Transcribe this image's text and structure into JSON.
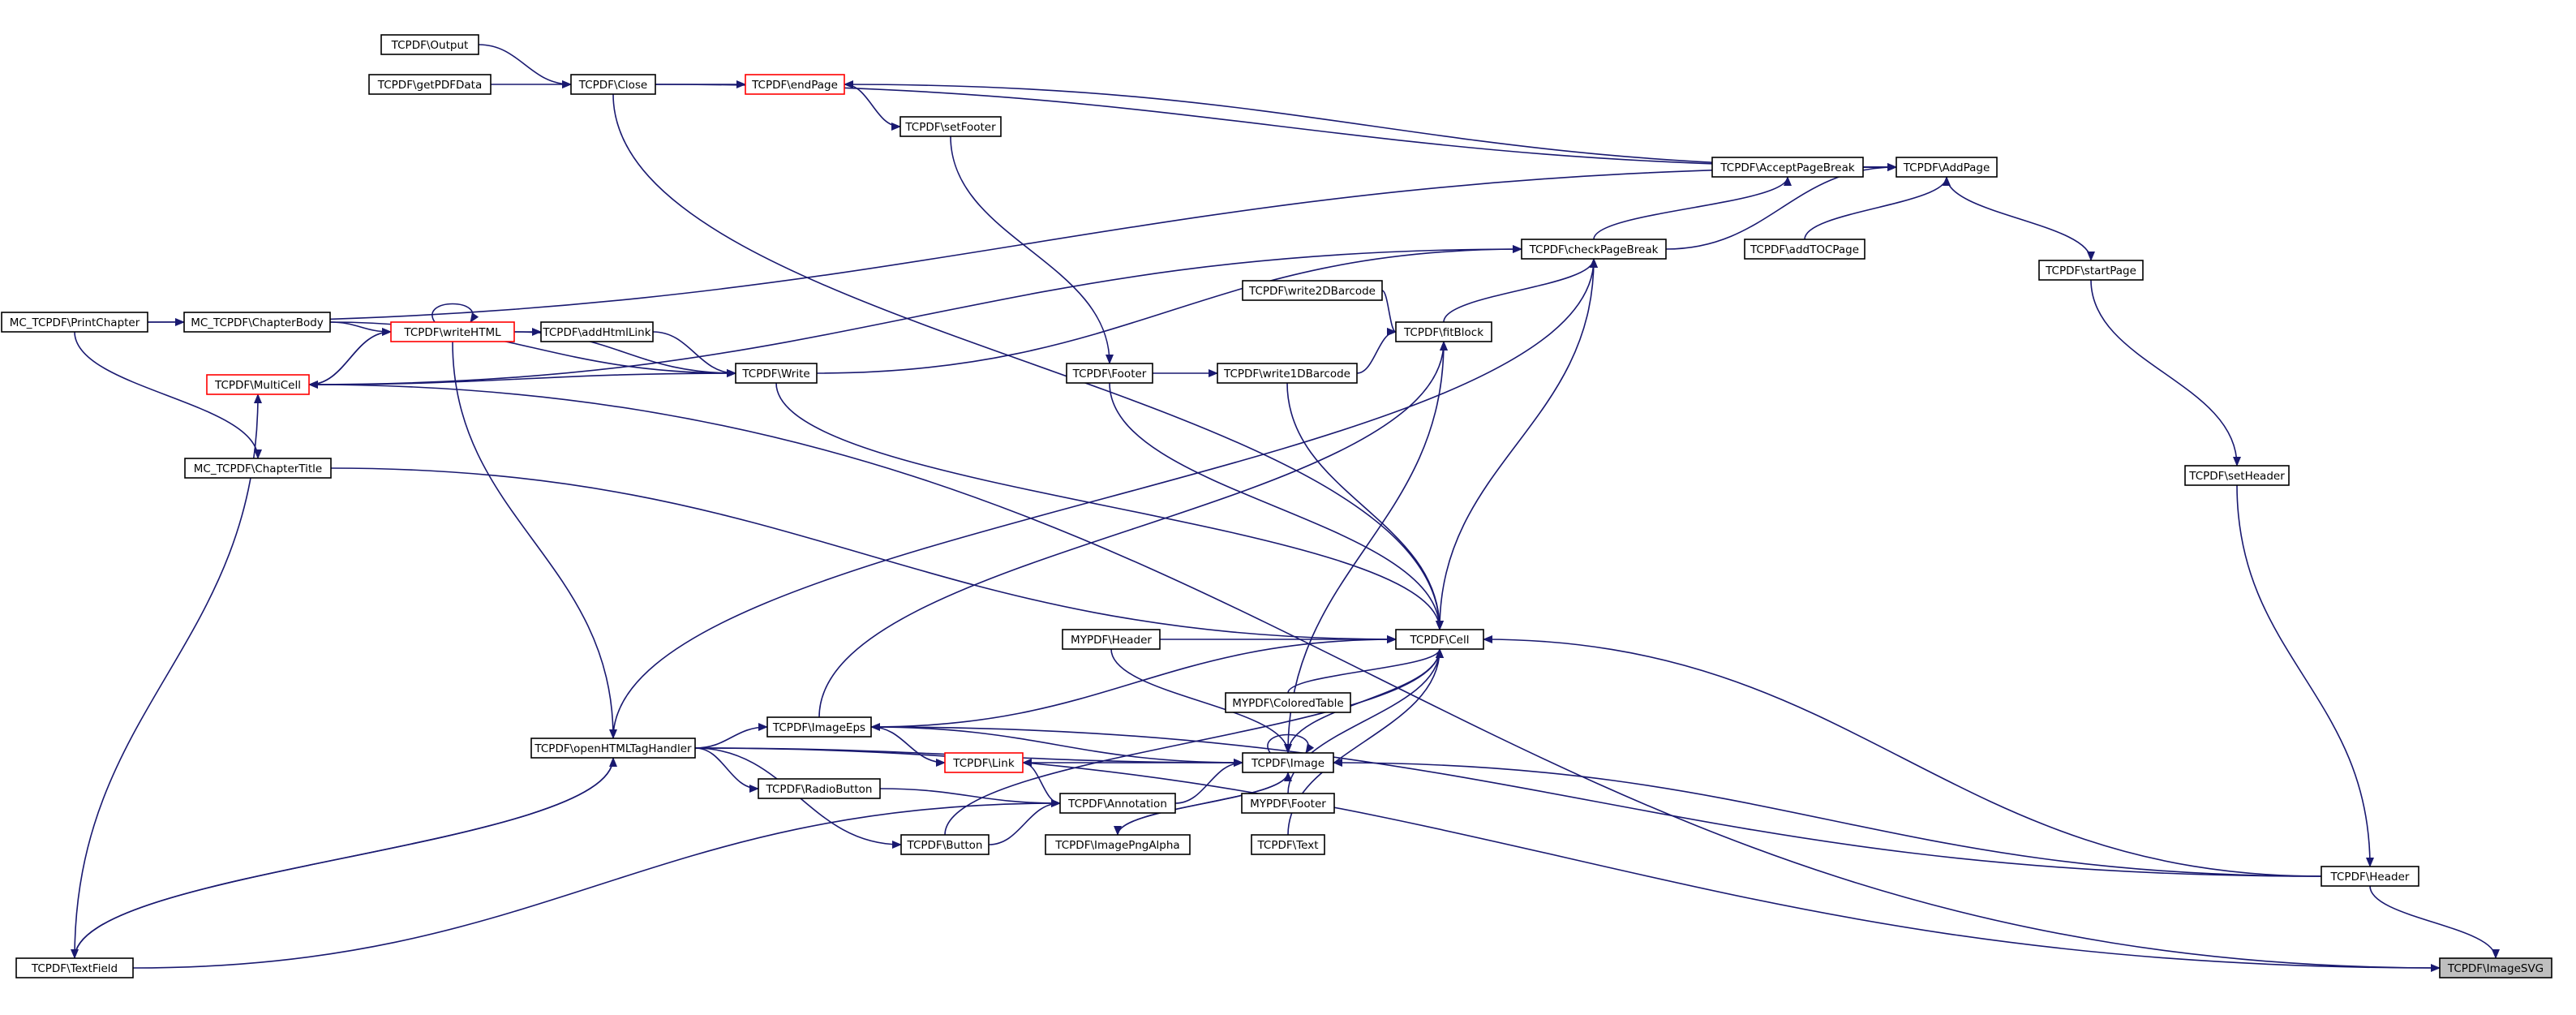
{
  "diagram": {
    "nodes": [
      {
        "id": "output",
        "label": "TCPDF\\Output"
      },
      {
        "id": "getPDFData",
        "label": "TCPDF\\getPDFData"
      },
      {
        "id": "close",
        "label": "TCPDF\\Close"
      },
      {
        "id": "endPage",
        "label": "TCPDF\\endPage",
        "red": true
      },
      {
        "id": "setFooter",
        "label": "TCPDF\\setFooter"
      },
      {
        "id": "acceptPageBreak",
        "label": "TCPDF\\AcceptPageBreak"
      },
      {
        "id": "addPage",
        "label": "TCPDF\\AddPage"
      },
      {
        "id": "checkPageBreak",
        "label": "TCPDF\\checkPageBreak"
      },
      {
        "id": "addTOCPage",
        "label": "TCPDF\\addTOCPage"
      },
      {
        "id": "startPage",
        "label": "TCPDF\\startPage"
      },
      {
        "id": "printChapter",
        "label": "MC_TCPDF\\PrintChapter"
      },
      {
        "id": "chapterBody",
        "label": "MC_TCPDF\\ChapterBody"
      },
      {
        "id": "writeHTML",
        "label": "TCPDF\\writeHTML",
        "red": true
      },
      {
        "id": "addHtmlLink",
        "label": "TCPDF\\addHtmlLink"
      },
      {
        "id": "write2DBarcode",
        "label": "TCPDF\\write2DBarcode"
      },
      {
        "id": "fitBlock",
        "label": "TCPDF\\fitBlock"
      },
      {
        "id": "multiCell",
        "label": "TCPDF\\MultiCell",
        "red": true
      },
      {
        "id": "write",
        "label": "TCPDF\\Write"
      },
      {
        "id": "footer",
        "label": "TCPDF\\Footer"
      },
      {
        "id": "write1DBarcode",
        "label": "TCPDF\\write1DBarcode"
      },
      {
        "id": "chapterTitle",
        "label": "MC_TCPDF\\ChapterTitle"
      },
      {
        "id": "setHeader",
        "label": "TCPDF\\setHeader"
      },
      {
        "id": "mypdfHeader",
        "label": "MYPDF\\Header"
      },
      {
        "id": "cell",
        "label": "TCPDF\\Cell"
      },
      {
        "id": "coloredTable",
        "label": "MYPDF\\ColoredTable"
      },
      {
        "id": "openHTMLTagHandler",
        "label": "TCPDF\\openHTMLTagHandler"
      },
      {
        "id": "imageEps",
        "label": "TCPDF\\ImageEps"
      },
      {
        "id": "link",
        "label": "TCPDF\\Link",
        "red": true
      },
      {
        "id": "image",
        "label": "TCPDF\\Image"
      },
      {
        "id": "radioButton",
        "label": "TCPDF\\RadioButton"
      },
      {
        "id": "annotation",
        "label": "TCPDF\\Annotation"
      },
      {
        "id": "mypdfFooter",
        "label": "MYPDF\\Footer"
      },
      {
        "id": "button",
        "label": "TCPDF\\Button"
      },
      {
        "id": "imagePngAlpha",
        "label": "TCPDF\\ImagePngAlpha"
      },
      {
        "id": "text",
        "label": "TCPDF\\Text"
      },
      {
        "id": "header",
        "label": "TCPDF\\Header"
      },
      {
        "id": "textField",
        "label": "TCPDF\\TextField"
      },
      {
        "id": "imageSVG",
        "label": "TCPDF\\ImageSVG",
        "highlight": true
      }
    ],
    "edges": [
      {
        "from": "output",
        "to": "close"
      },
      {
        "from": "getPDFData",
        "to": "close"
      },
      {
        "from": "close",
        "to": "endPage"
      },
      {
        "from": "close",
        "to": "addPage"
      },
      {
        "from": "endPage",
        "to": "setFooter"
      },
      {
        "from": "addPage",
        "to": "endPage"
      },
      {
        "from": "addPage",
        "to": "startPage"
      },
      {
        "from": "acceptPageBreak",
        "to": "addPage"
      },
      {
        "from": "checkPageBreak",
        "to": "acceptPageBreak"
      },
      {
        "from": "checkPageBreak",
        "to": "addPage"
      },
      {
        "from": "addTOCPage",
        "to": "addPage"
      },
      {
        "from": "printChapter",
        "to": "addPage"
      },
      {
        "from": "printChapter",
        "to": "chapterBody"
      },
      {
        "from": "printChapter",
        "to": "chapterTitle"
      },
      {
        "from": "chapterBody",
        "to": "writeHTML"
      },
      {
        "from": "chapterBody",
        "to": "write"
      },
      {
        "from": "writeHTML",
        "to": "writeHTML"
      },
      {
        "from": "writeHTML",
        "to": "addHtmlLink"
      },
      {
        "from": "writeHTML",
        "to": "multiCell"
      },
      {
        "from": "writeHTML",
        "to": "write"
      },
      {
        "from": "writeHTML",
        "to": "openHTMLTagHandler"
      },
      {
        "from": "multiCell",
        "to": "writeHTML"
      },
      {
        "from": "multiCell",
        "to": "write"
      },
      {
        "from": "multiCell",
        "to": "checkPageBreak"
      },
      {
        "from": "addHtmlLink",
        "to": "write"
      },
      {
        "from": "write",
        "to": "checkPageBreak"
      },
      {
        "from": "write",
        "to": "cell"
      },
      {
        "from": "setFooter",
        "to": "footer"
      },
      {
        "from": "footer",
        "to": "write1DBarcode"
      },
      {
        "from": "footer",
        "to": "cell"
      },
      {
        "from": "write1DBarcode",
        "to": "fitBlock"
      },
      {
        "from": "write1DBarcode",
        "to": "cell"
      },
      {
        "from": "write2DBarcode",
        "to": "fitBlock"
      },
      {
        "from": "fitBlock",
        "to": "checkPageBreak"
      },
      {
        "from": "chapterTitle",
        "to": "cell"
      },
      {
        "from": "close",
        "to": "cell"
      },
      {
        "from": "startPage",
        "to": "setHeader"
      },
      {
        "from": "setHeader",
        "to": "header"
      },
      {
        "from": "mypdfHeader",
        "to": "cell"
      },
      {
        "from": "mypdfHeader",
        "to": "image"
      },
      {
        "from": "coloredTable",
        "to": "cell"
      },
      {
        "from": "cell",
        "to": "checkPageBreak"
      },
      {
        "from": "openHTMLTagHandler",
        "to": "checkPageBreak"
      },
      {
        "from": "openHTMLTagHandler",
        "to": "imageEps"
      },
      {
        "from": "openHTMLTagHandler",
        "to": "image"
      },
      {
        "from": "openHTMLTagHandler",
        "to": "radioButton"
      },
      {
        "from": "openHTMLTagHandler",
        "to": "button"
      },
      {
        "from": "openHTMLTagHandler",
        "to": "textField"
      },
      {
        "from": "openHTMLTagHandler",
        "to": "imageSVG"
      },
      {
        "from": "imageEps",
        "to": "fitBlock"
      },
      {
        "from": "imageEps",
        "to": "cell"
      },
      {
        "from": "imageEps",
        "to": "image"
      },
      {
        "from": "imageEps",
        "to": "link"
      },
      {
        "from": "image",
        "to": "link"
      },
      {
        "from": "image",
        "to": "image"
      },
      {
        "from": "image",
        "to": "fitBlock"
      },
      {
        "from": "image",
        "to": "cell"
      },
      {
        "from": "image",
        "to": "imagePngAlpha"
      },
      {
        "from": "annotation",
        "to": "link"
      },
      {
        "from": "annotation",
        "to": "image"
      },
      {
        "from": "radioButton",
        "to": "annotation"
      },
      {
        "from": "button",
        "to": "annotation"
      },
      {
        "from": "button",
        "to": "cell"
      },
      {
        "from": "imagePngAlpha",
        "to": "image"
      },
      {
        "from": "mypdfFooter",
        "to": "cell"
      },
      {
        "from": "text",
        "to": "cell"
      },
      {
        "from": "header",
        "to": "cell"
      },
      {
        "from": "header",
        "to": "image"
      },
      {
        "from": "header",
        "to": "imageEps"
      },
      {
        "from": "header",
        "to": "imageSVG"
      },
      {
        "from": "textField",
        "to": "multiCell"
      },
      {
        "from": "textField",
        "to": "annotation"
      },
      {
        "from": "textField",
        "to": "openHTMLTagHandler"
      },
      {
        "from": "imageSVG",
        "to": "multiCell"
      }
    ]
  }
}
